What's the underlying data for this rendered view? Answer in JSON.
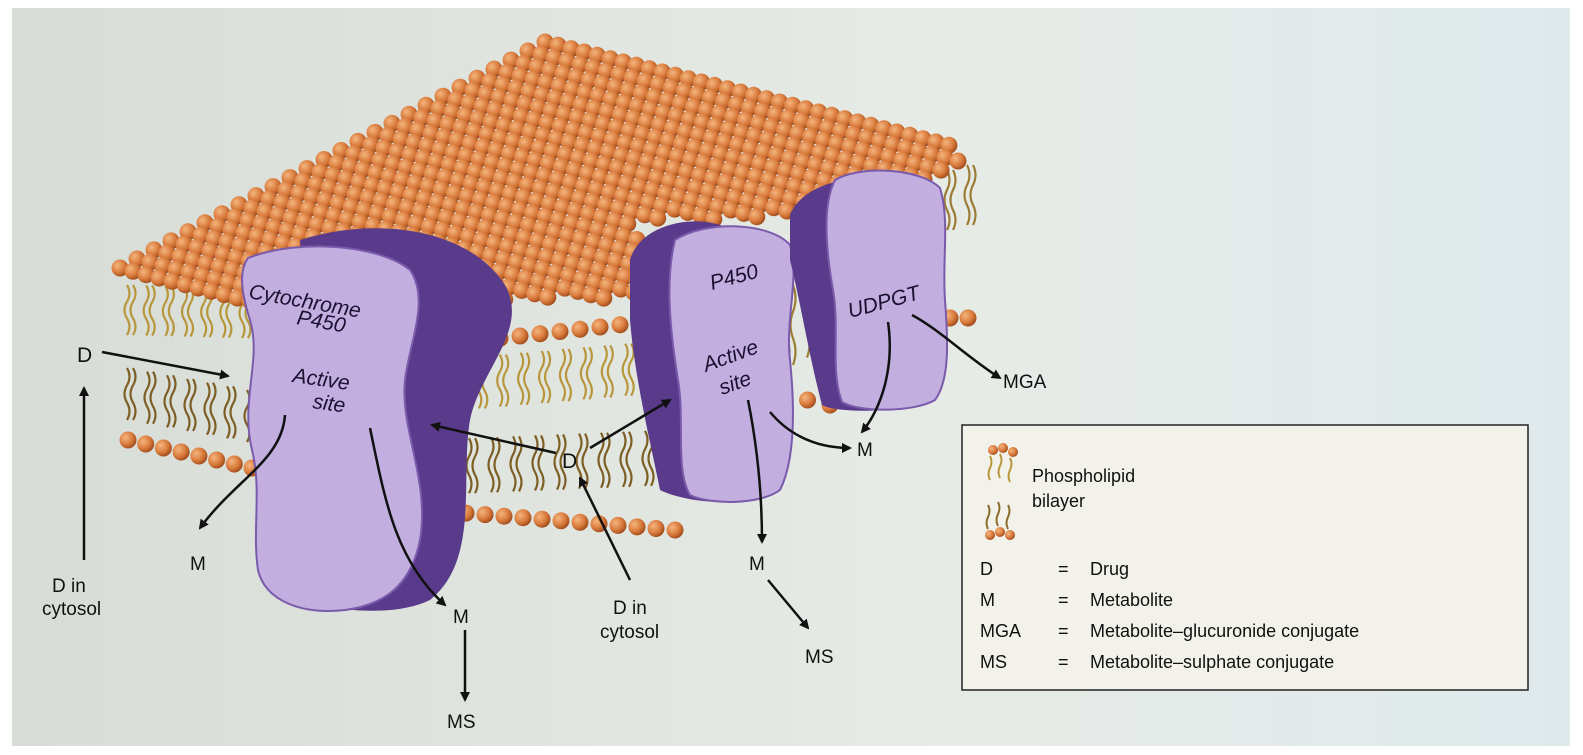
{
  "proteins": {
    "cyp_main": {
      "name_line1": "Cytochrome",
      "name_line2": "P450",
      "site_line1": "Active",
      "site_line2": "site"
    },
    "cyp_small": {
      "name": "P450",
      "site_line1": "Active",
      "site_line2": "site"
    },
    "udpgt": {
      "name": "UDPGT"
    }
  },
  "labels": {
    "d_left": "D",
    "d_center": "D",
    "m_left": "M",
    "m_center": "M",
    "m_p450_down": "M",
    "m_right": "M",
    "ms_center": "MS",
    "ms_right": "MS",
    "mga": "MGA",
    "cytosol_left_line1": "D in",
    "cytosol_left_line2": "cytosol",
    "cytosol_center_line1": "D in",
    "cytosol_center_line2": "cytosol"
  },
  "legend": {
    "bilayer_line1": "Phospholipid",
    "bilayer_line2": "bilayer",
    "rows": [
      {
        "abbr": "D",
        "eq": "=",
        "desc": "Drug"
      },
      {
        "abbr": "M",
        "eq": "=",
        "desc": "Metabolite"
      },
      {
        "abbr": "MGA",
        "eq": "=",
        "desc": "Metabolite–glucuronide conjugate"
      },
      {
        "abbr": "MS",
        "eq": "=",
        "desc": "Metabolite–sulphate conjugate"
      }
    ]
  },
  "colors": {
    "headgroup": "#d97a3c",
    "headgroup_dark": "#a44f1e",
    "tail": "#c9a85c",
    "protein_light": "#c7b4e3",
    "protein_dark": "#6e4c9c",
    "background": "#e8ecea"
  }
}
